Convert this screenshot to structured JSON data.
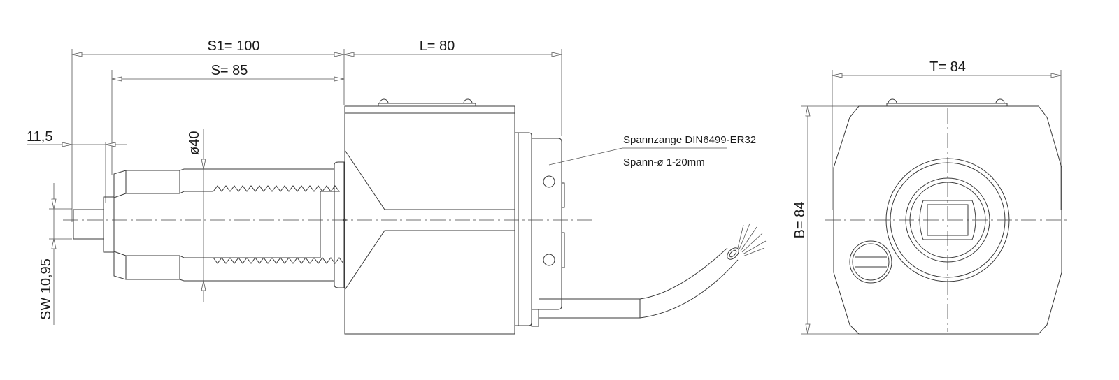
{
  "dimensions": {
    "s1": "S1= 100",
    "s": "S= 85",
    "l": "L= 80",
    "t": "T= 84",
    "b": "B= 84",
    "shank_length": "11,5",
    "diameter": "ø40",
    "wrench_size": "SW 10,95"
  },
  "annotation": {
    "collet": "Spannzange DIN6499-ER32",
    "clamp_range": "Spann-ø 1-20mm"
  }
}
